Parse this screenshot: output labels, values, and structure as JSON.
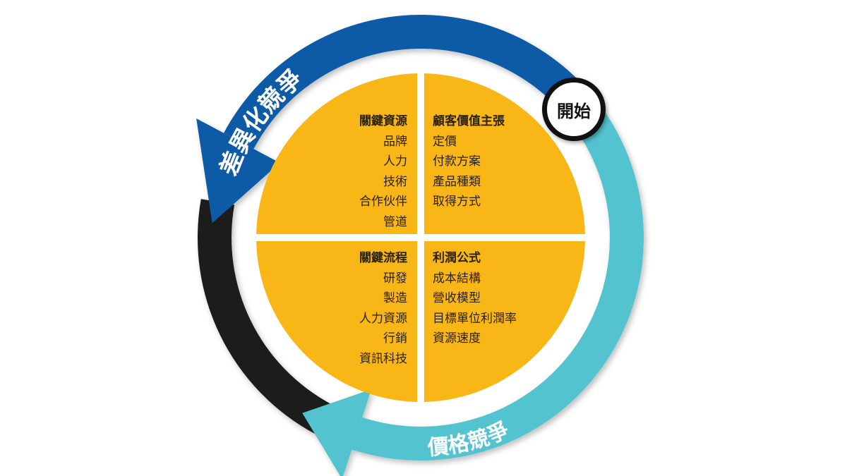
{
  "colors": {
    "blue": "#0a5aa6",
    "black": "#1a1a1a",
    "cyan": "#52c3cf",
    "yellow": "#f9b617"
  },
  "start_label": "開始",
  "arcs": {
    "differentiation": "差異化競爭",
    "price": "價格競爭"
  },
  "quadrants": {
    "key_resources": {
      "title": "關鍵資源",
      "items": [
        "品牌",
        "人力",
        "技術",
        "合作伙伴",
        "管道"
      ]
    },
    "value_proposition": {
      "title": "顧客價值主張",
      "items": [
        "定價",
        "付款方案",
        "產品種類",
        "取得方式"
      ]
    },
    "key_processes": {
      "title": "關鍵流程",
      "items": [
        "研發",
        "製造",
        "人力資源",
        "行銷",
        "資訊科技"
      ]
    },
    "profit_formula": {
      "title": "利潤公式",
      "items": [
        "成本結構",
        "營收模型",
        "目標單位利潤率",
        "資源速度"
      ]
    }
  }
}
